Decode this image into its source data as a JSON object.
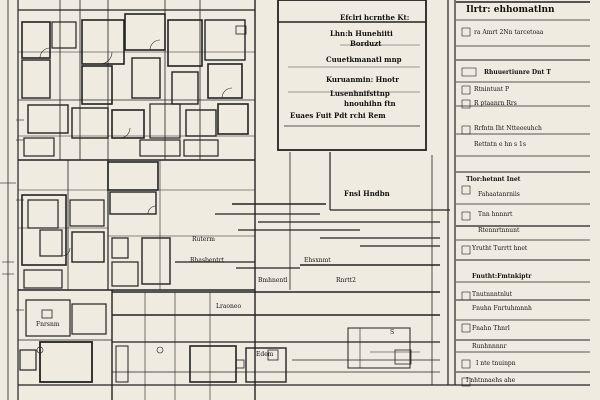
{
  "sheet": {
    "header": "Ilrtr: ehhomatlnn",
    "title_block": {
      "label": "Efclri hcrnthe Kt:",
      "lines": [
        "Lhn:h Hunehiiti",
        "Borduzt",
        "Cuuetkmanatl mnp",
        "Kuruanmin: Hnotr",
        "Lusenhnifsttnp",
        "hnouhihn ftn",
        "Euaes Fuit Pdt rchi Rem"
      ]
    },
    "notes": {
      "header_line": "ra Amrt 2Nn tarcetoaa",
      "rows": [
        "Rhuuertiunre Dnt T",
        "Rtnintunt P",
        "R ptaanrn Rrs",
        "Rrfntn Iht Ntteeeuhch",
        "Rettntn e hn s 1s",
        "Tlor:hetnnt Inet",
        "Fahaatanrniis",
        "Tnn hnnnrt",
        "Rtennrtnnunt"
      ],
      "footer_rows": [
        "Yrutht Turrtt hnet",
        "Fnutht:Fmtnkiptr",
        "Tnutnnntnlut",
        "Fnuhn Fnrtuhmnnh",
        "Fnahn Thnrl",
        "Runhnnnnr",
        "I nte tnuinpn",
        "I nhtnnaehs ahe"
      ]
    },
    "plan_labels": {
      "center": "Fnsl Hndbn",
      "a": "Ruterm",
      "b": "Rhasbentrt",
      "c": "Ehsxnmt",
      "d": "Bmhnentl",
      "e": "Rnrtt2",
      "f": "Lraoneo",
      "g": "Fnrsnm",
      "h": "Edem",
      "s": "S"
    }
  }
}
